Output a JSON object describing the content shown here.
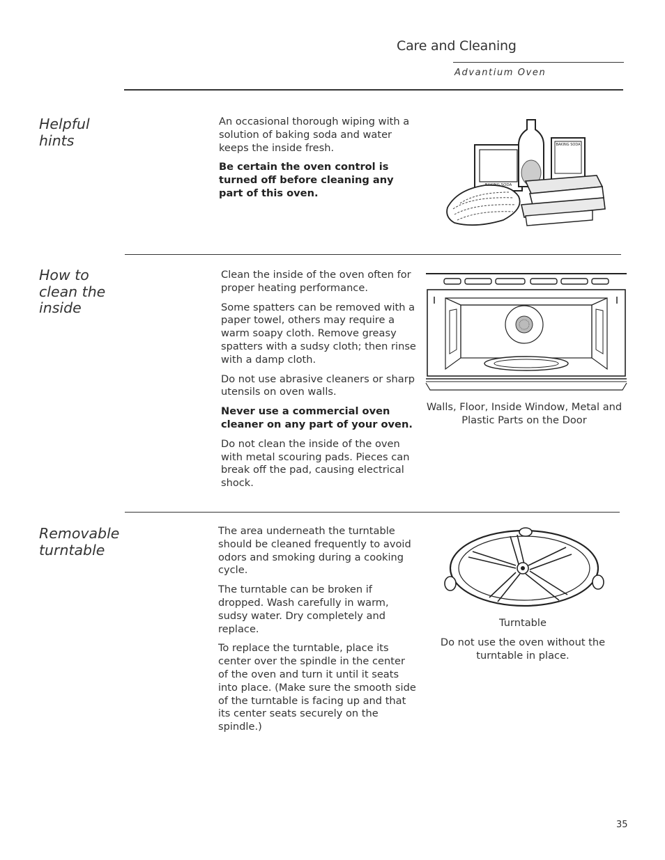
{
  "header": {
    "title": "Care and Cleaning",
    "subtitle": "Advantium Oven"
  },
  "sections": [
    {
      "title": "Helpful hints",
      "paragraphs": [
        {
          "text": "An occasional thorough wiping with a solution of baking soda and water keeps the inside fresh.",
          "bold": false
        },
        {
          "text": "Be certain the oven control is turned off before cleaning any part of this oven.",
          "bold": true
        }
      ],
      "illustration": {
        "box_label_left": "BAKING SODA",
        "box_label_right": "BAKING SODA"
      }
    },
    {
      "title": "How to clean the inside",
      "paragraphs": [
        {
          "text": "Clean the inside of the oven often for proper heating performance.",
          "bold": false
        },
        {
          "text": "Some spatters can be removed with a paper towel, others may require a warm soapy cloth. Remove greasy spatters with a sudsy cloth; then rinse with a damp cloth.",
          "bold": false
        },
        {
          "text": "Do not use abrasive cleaners or sharp utensils on oven walls.",
          "bold": false
        },
        {
          "text": "Never use a commercial oven cleaner on any part of your oven.",
          "bold": true
        },
        {
          "text": "Do not clean the inside of the oven with metal scouring pads. Pieces can break off the pad, causing electrical shock.",
          "bold": false
        }
      ],
      "caption": "Walls, Floor, Inside Window, Metal and Plastic Parts on the Door"
    },
    {
      "title": "Removable turntable",
      "paragraphs": [
        {
          "text": "The area underneath the turntable should be cleaned frequently to avoid odors and smoking during a cooking cycle.",
          "bold": false
        },
        {
          "text": "The turntable can be broken if dropped. Wash carefully in warm, sudsy water. Dry completely and replace.",
          "bold": false
        },
        {
          "text": "To replace the turntable, place its center over the spindle in the center of the oven and turn it until it seats into place. (Make sure the smooth side of the turntable is facing up and that its center seats securely on the spindle.)",
          "bold": false
        }
      ],
      "caption_label": "Turntable",
      "caption_note": "Do not use the oven without the turntable in place."
    }
  ],
  "page_number": "35"
}
